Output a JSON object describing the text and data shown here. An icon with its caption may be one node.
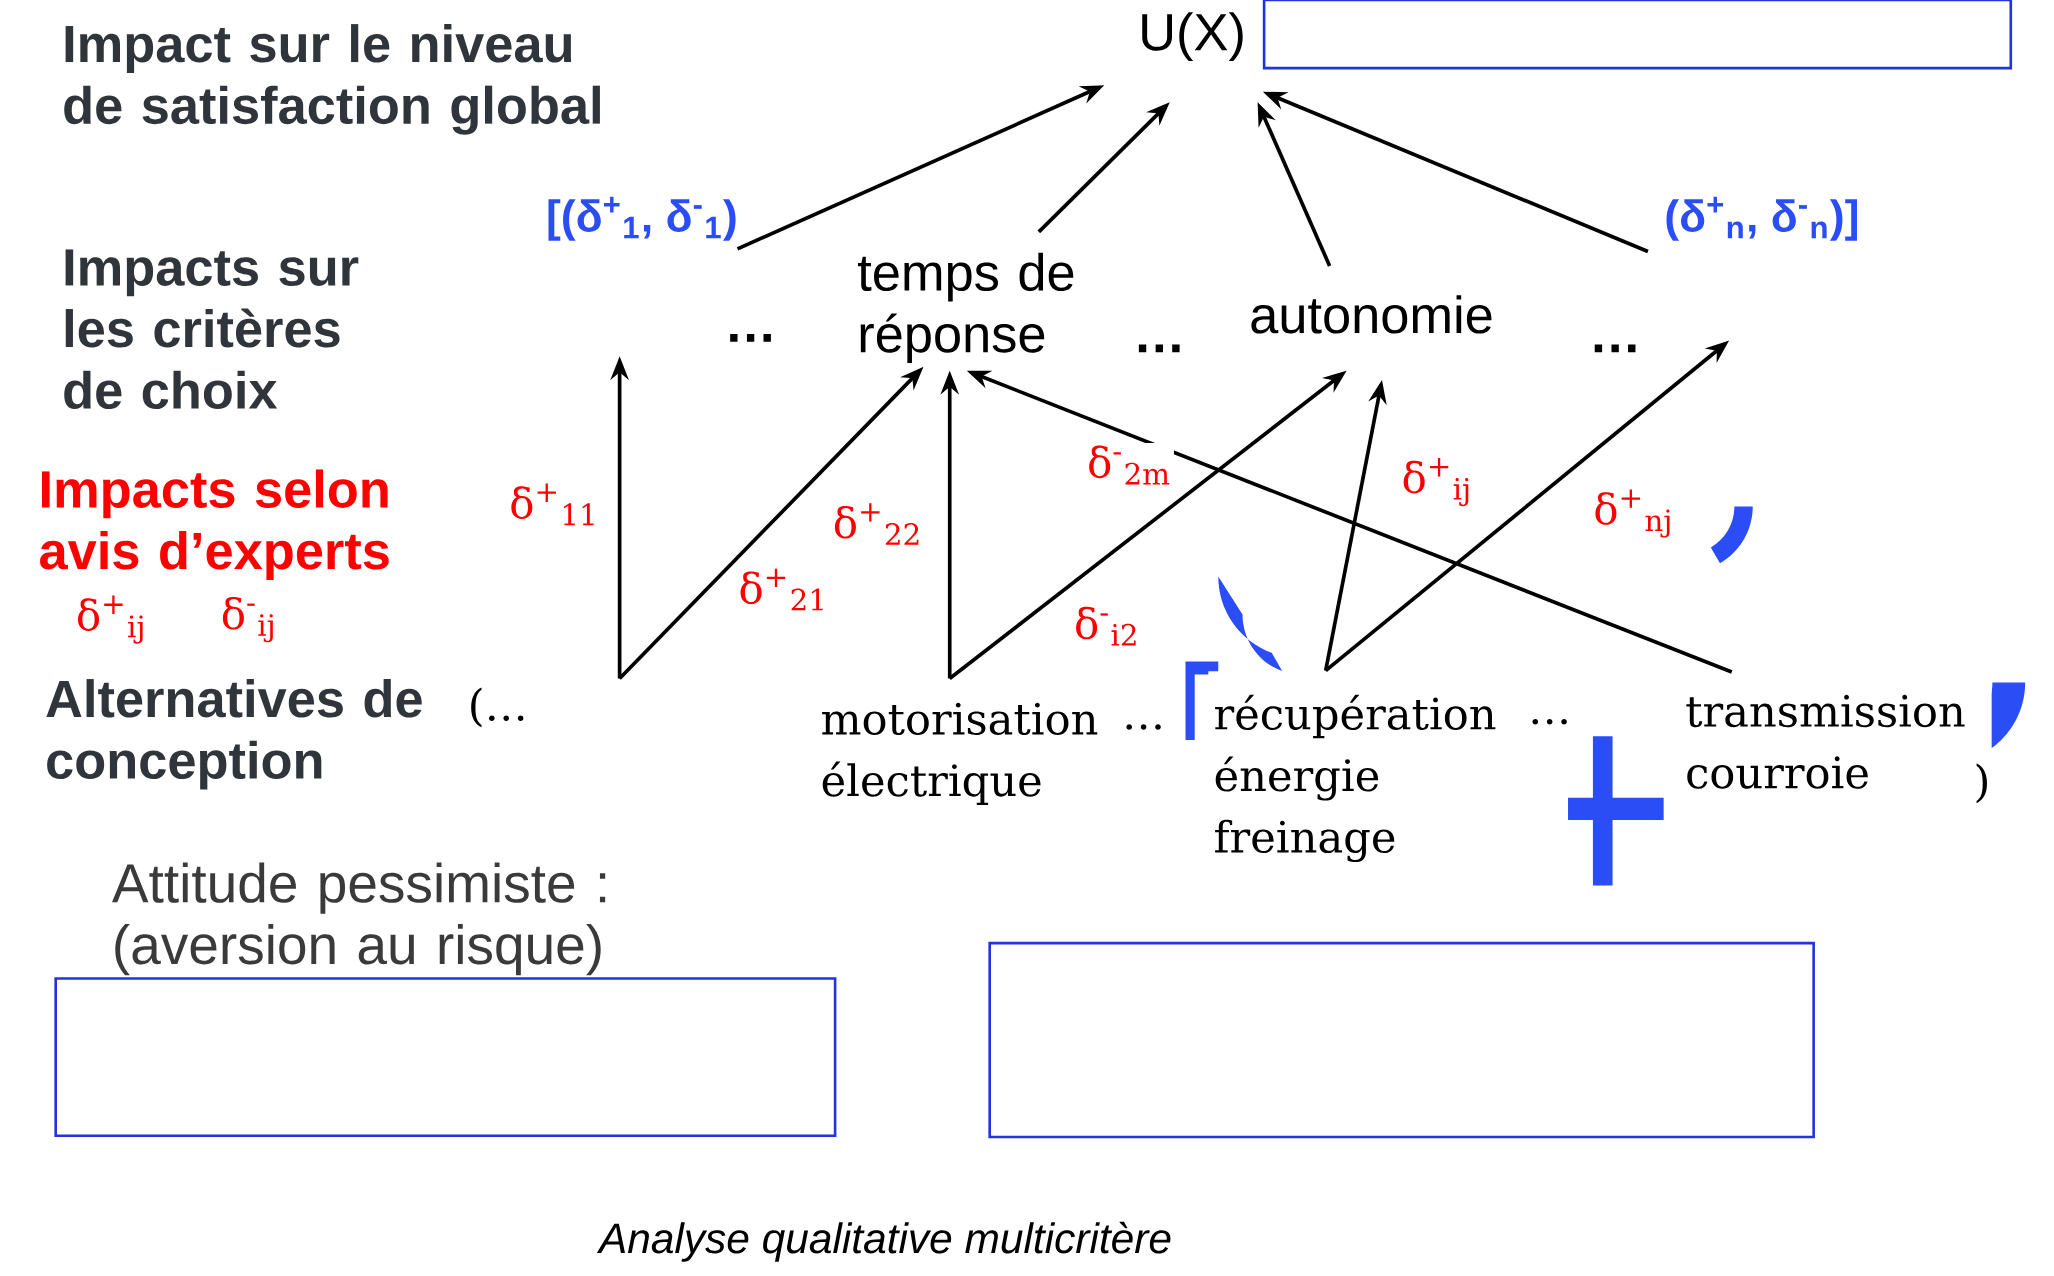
{
  "diagram": {
    "caption": "Analyse qualitative multicritère",
    "nodes": [
      {
        "text": [
          "U(X)"
        ]
      },
      {
        "text": [],
        "shape": "box"
      },
      {
        "text": [
          "[(δ$^{+}$$_{1}$, δ$^{-}$$_{1}$)"
        ]
      },
      {
        "text": [
          "temps de réponse"
        ]
      },
      {
        "text": [
          "autonomie"
        ]
      },
      {
        "text": [
          "(δ$^{+}$$_{n}$, δ$^{-}$$_{n}$)]"
        ]
      },
      {
        "text": [
          "motorisation électrique"
        ]
      },
      {
        "text": [
          "récupération énergie freinage"
        ]
      },
      {
        "text": [
          "transmission courroie"
        ]
      },
      {
        "text": [],
        "shape": "box",
        "beside": [
          "Attitude pessimiste : (aversion au risque)"
        ]
      },
      {
        "text": [],
        "shape": "box"
      },
      {
        "text": [
          "(…"
        ]
      }
    ],
    "edges": [
      {
        "from": 2,
        "to": 0,
        "arrow": "to"
      },
      {
        "from": 3,
        "to": 0,
        "arrow": "to"
      },
      {
        "from": 4,
        "to": 0,
        "arrow": "to"
      },
      {
        "from": 5,
        "to": 0,
        "arrow": "to"
      },
      {
        "from": 11,
        "to": null,
        "arrow": "to",
        "label": "δ$^{+}$$_{11}$"
      },
      {
        "from": 11,
        "to": 3,
        "arrow": "to",
        "label": "δ$^{+}$$_{21}$"
      },
      {
        "from": 6,
        "to": 3,
        "arrow": "to",
        "label": "δ$^{+}$$_{22}$"
      },
      {
        "from": 6,
        "to": 4,
        "arrow": "to",
        "label": "δ$^{-}$$_{i2}$"
      },
      {
        "from": 8,
        "to": 3,
        "arrow": "to",
        "label": "δ$^{-}$$_{2m}$"
      },
      {
        "from": 7,
        "to": 4,
        "arrow": "to",
        "label": "δ$^{+}$$_{ij}$"
      },
      {
        "from": 7,
        "to": null,
        "arrow": "to",
        "label": "δ$^{+}$$_{nj}$"
      }
    ],
    "labels": [
      "Impact sur le niveau de satisfaction global",
      "Impacts sur les critères de choix",
      "Impacts selon avis d’experts",
      "δ$^{+}$$_{ij}$",
      "δ$^{-}$$_{ij}$",
      "Alternatives de conception",
      "…",
      "…",
      "…",
      "…",
      "…",
      ")"
    ]
  }
}
